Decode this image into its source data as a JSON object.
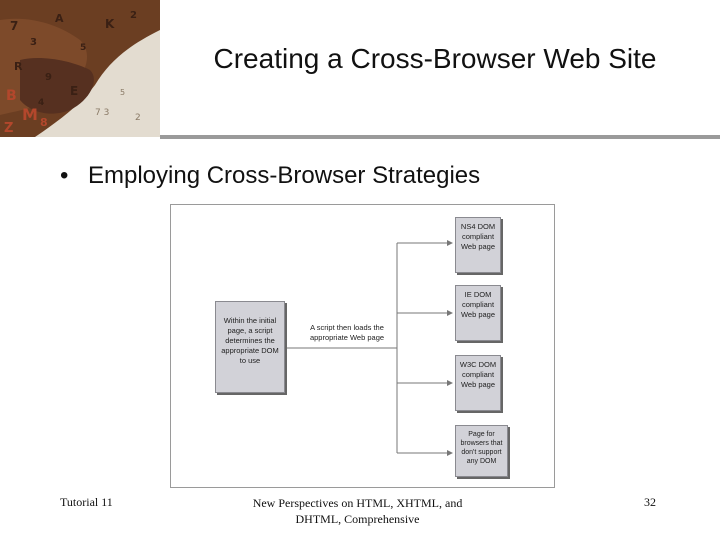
{
  "slide": {
    "title": "Creating a Cross-Browser Web Site",
    "bullet": "Employing Cross-Browser Strategies"
  },
  "diagram": {
    "source_doc": "Within the initial\npage, a script\ndetermines the\nappropriate DOM\nto use",
    "connector_label": "A script then loads the\nappropriate Web page",
    "targets": [
      "NS4 DOM\ncompliant\nWeb page",
      "IE DOM\ncompliant\nWeb page",
      "W3C DOM\ncompliant\nWeb page",
      "Page for\nbrowsers that\ndon't support\nany DOM"
    ]
  },
  "footer": {
    "left": "Tutorial 11",
    "center": "New Perspectives on HTML, XHTML, and DHTML, Comprehensive",
    "page_number": "32"
  },
  "colors": {
    "doc_fill": "#d2d2d8",
    "rule": "#9a9a9a",
    "connector": "#777777"
  }
}
